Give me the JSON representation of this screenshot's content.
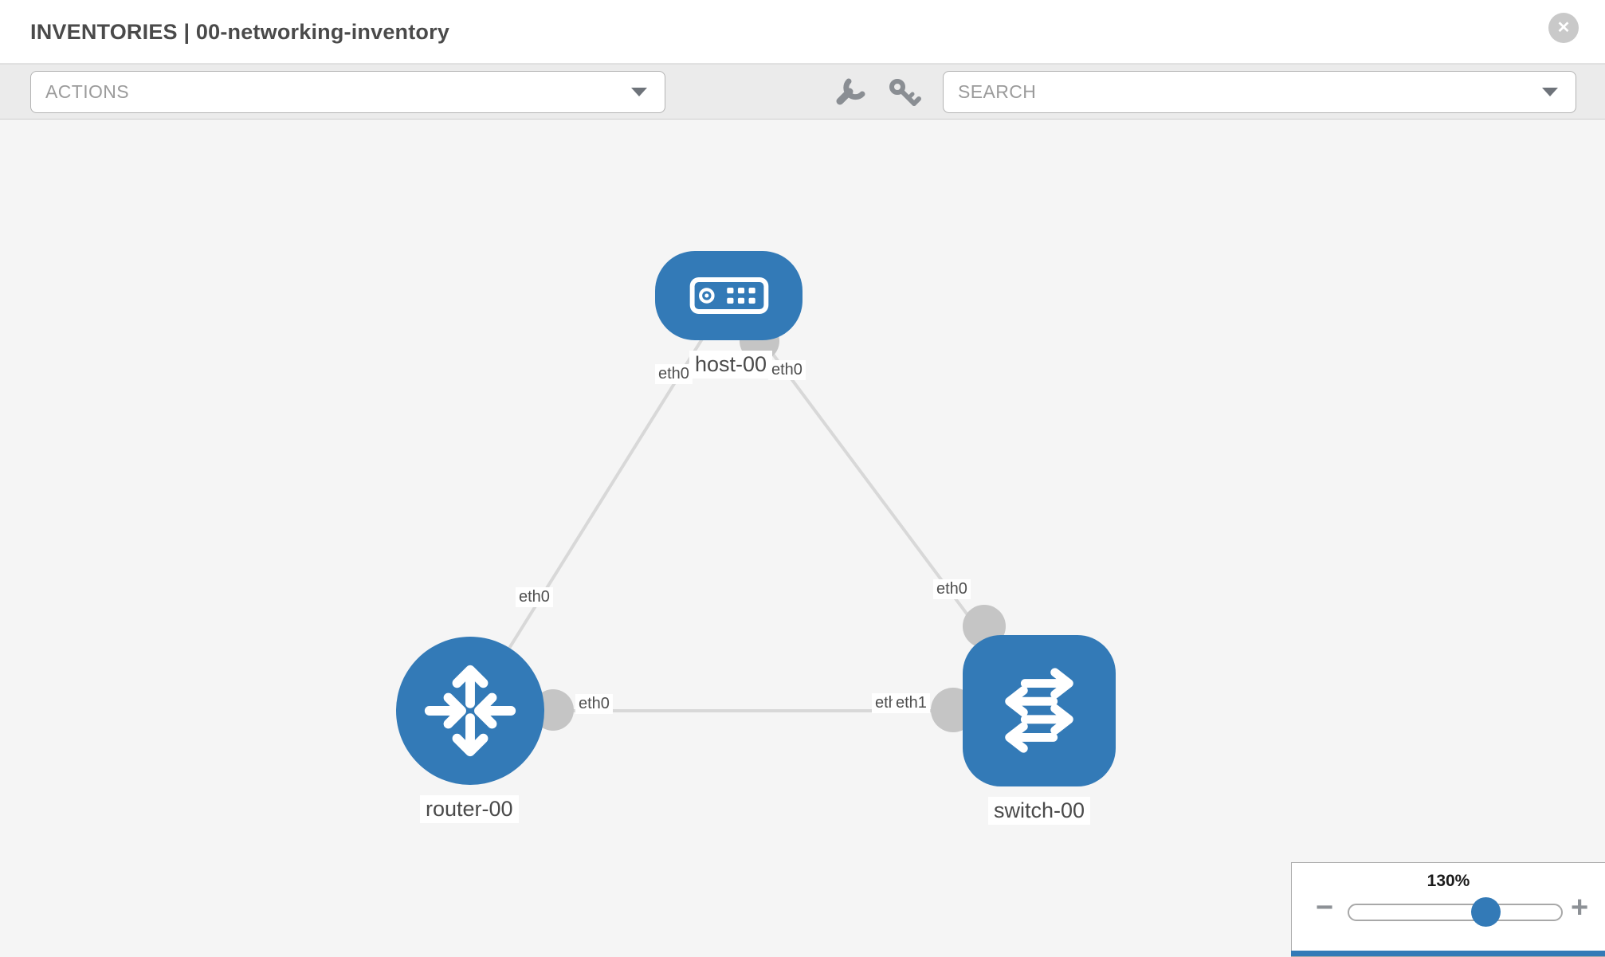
{
  "header": {
    "title": "INVENTORIES | 00-networking-inventory",
    "close_glyph": "✕"
  },
  "toolbar": {
    "actions_label": "ACTIONS",
    "search_label": "SEARCH",
    "icons": [
      "wrench-icon",
      "key-icon",
      "chevron-down-icon"
    ]
  },
  "topology": {
    "nodes": [
      {
        "label": "host-00",
        "type": "host"
      },
      {
        "label": "router-00",
        "type": "router"
      },
      {
        "label": "switch-00",
        "type": "switch"
      }
    ],
    "edges": [
      {
        "from": "host-00",
        "to": "router-00"
      },
      {
        "from": "host-00",
        "to": "switch-00"
      },
      {
        "from": "router-00",
        "to": "switch-00"
      }
    ],
    "interface_labels": {
      "host_to_router_at_host": "eth0",
      "host_to_router_mid": "eth0",
      "host_to_switch_at_host": "eth0",
      "host_to_switch_near_switch": "eth0",
      "router_to_switch_at_router": "eth0",
      "router_to_switch_at_switch_under": "eth0",
      "router_to_switch_at_switch_over": "eth1"
    }
  },
  "zoom_control": {
    "level": "130%",
    "zoom_out_glyph": "−",
    "zoom_in_glyph": "+"
  },
  "colors": {
    "node_blue": "#337ab7",
    "edge_gray": "#d8d8d8",
    "dot_gray": "#c5c5c5",
    "toolbar_gray": "#ebebeb",
    "canvas_gray": "#f5f5f5"
  }
}
